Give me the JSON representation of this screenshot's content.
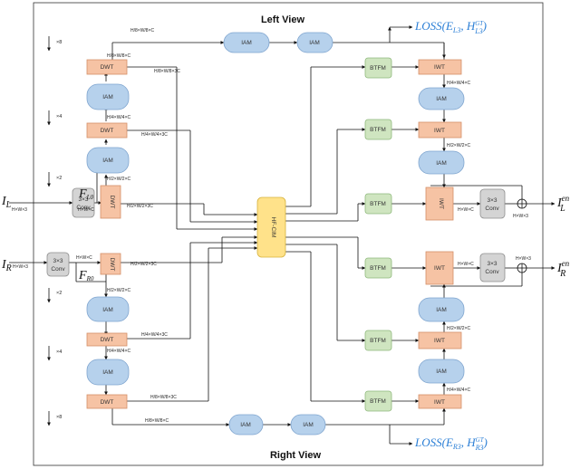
{
  "titles": {
    "left_view": "Left View",
    "right_view": "Right View"
  },
  "blocks": {
    "iam": "IAM",
    "dwt": "DWT",
    "iwt": "IWT",
    "btfm": "BTFM",
    "hfcim": "HF-CIM",
    "conv": "3×3 Conv"
  },
  "inputs": {
    "il_main": "I",
    "il_sub": "L",
    "ir_main": "I",
    "ir_sub": "R"
  },
  "outputs": {
    "ol_main": "I",
    "ol_sub": "L",
    "ol_sup": "en",
    "or_main": "I",
    "or_sub": "R",
    "or_sup": "en"
  },
  "loss": {
    "top_text": "LOSS(E",
    "top_sub": "L3",
    "top_mid": ", H",
    "top_sup": "GT",
    "top_sub2": "L3",
    "top_end": ")",
    "bot_text": "LOSS(E",
    "bot_sub": "R3",
    "bot_mid": ", H",
    "bot_sup": "GT",
    "bot_sub2": "R3",
    "bot_end": ")"
  },
  "features": {
    "fl0": "F",
    "fl0_sub": "L0",
    "fr0": "F",
    "fr0_sub": "R0"
  },
  "scales": {
    "x8": "×8",
    "x4": "×4",
    "x2": "×2"
  },
  "dims": {
    "hw3": "H×W×3",
    "hwc": "H×W×C",
    "h2w2c": "H/2×W/2×C",
    "h2w2_3c": "H/2×W/2×3C",
    "h4w4c": "H/4×W/4×C",
    "h4w4_3c": "H/4×W/4×3C",
    "h8w8c": "H/8×W/8×C",
    "h8w8_3c": "H/8×W/8×3C",
    "h8w8c_top": "H/8×W/8×C",
    "h8w8c_bot": "H/8×W/8×C"
  },
  "colors": {
    "iam_fill": "#b6d1ec",
    "iam_stroke": "#7fa5cf",
    "dwt_fill": "#f6c3a4",
    "dwt_stroke": "#d48f68",
    "btfm_fill": "#cfe5c0",
    "btfm_stroke": "#8fb97c",
    "hf_fill": "#ffe28a",
    "hf_stroke": "#d6b23d",
    "conv_fill": "#d4d4d4",
    "conv_stroke": "#8e8e8e",
    "loss_text": "#2b7fd6"
  }
}
